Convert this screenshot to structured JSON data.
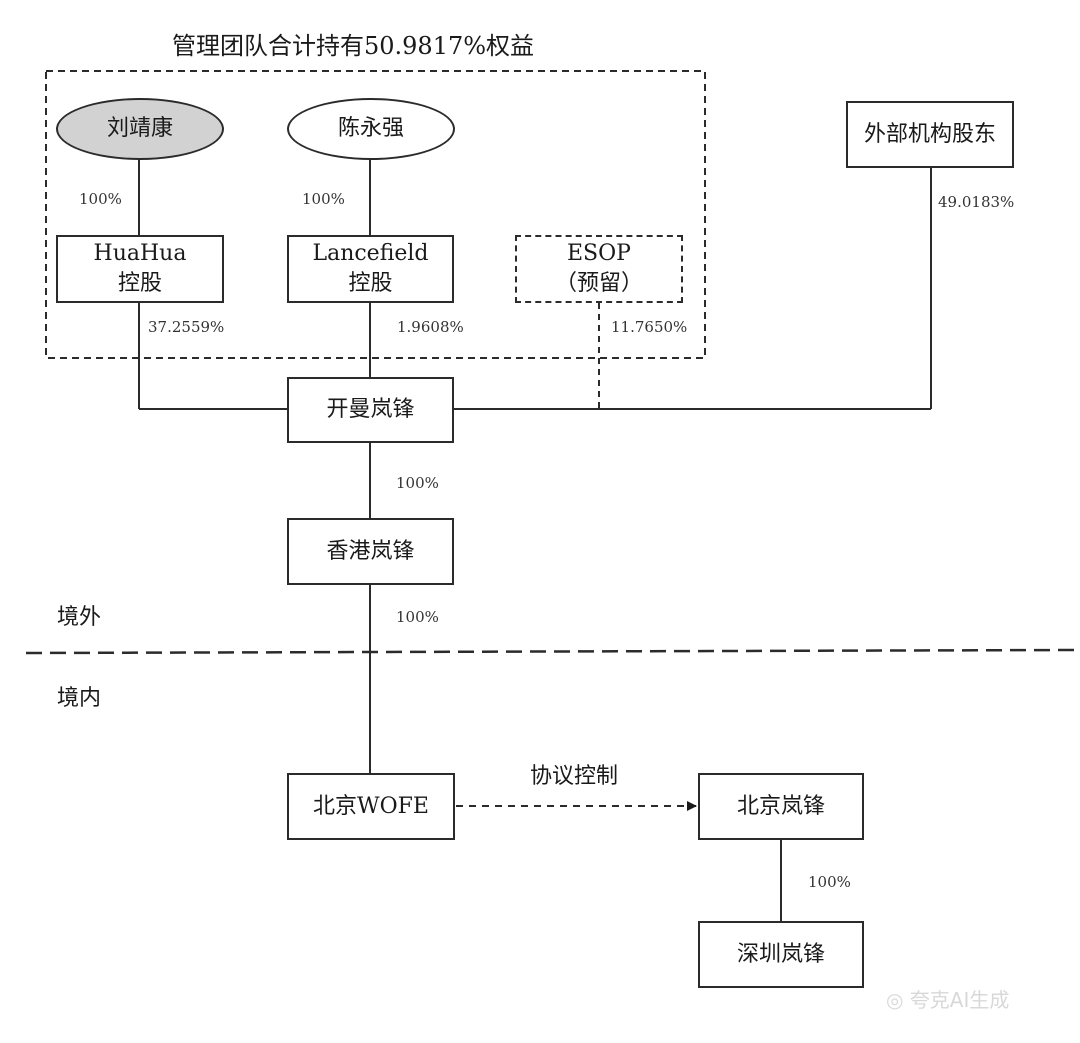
{
  "title": "管理团队合计持有50.9817%权益",
  "nodes": {
    "liu": "刘靖康",
    "chen": "陈永强",
    "huahua": {
      "line1": "HuaHua",
      "line2": "控股"
    },
    "lancefield": {
      "line1": "Lancefield",
      "line2": "控股"
    },
    "esop": {
      "line1": "ESOP",
      "line2": "（预留）"
    },
    "external": "外部机构股东",
    "kaiman": "开曼岚锋",
    "hongkong": "香港岚锋",
    "wofe": "北京WOFE",
    "beijing": "北京岚锋",
    "shenzhen": "深圳岚锋"
  },
  "percentages": {
    "liu_huahua": "100%",
    "chen_lancefield": "100%",
    "huahua_kaiman": "37.2559%",
    "lancefield_kaiman": "1.9608%",
    "esop_kaiman": "11.7650%",
    "external_kaiman": "49.0183%",
    "kaiman_hongkong": "100%",
    "hongkong_wofe": "100%",
    "beijing_shenzhen": "100%"
  },
  "regions": {
    "offshore": "境外",
    "onshore": "境内"
  },
  "agreement_label": "协议控制",
  "watermark": "◎ 夸克AI生成",
  "colors": {
    "line": "#2b2b2b",
    "oval_fill": "#d2d2d2"
  }
}
